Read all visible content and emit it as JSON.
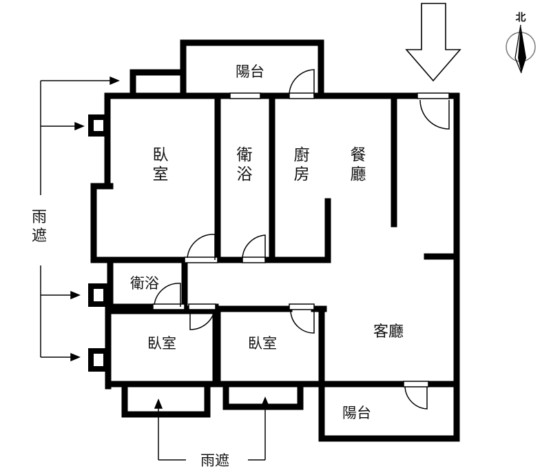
{
  "labels": {
    "bedroom_main_line1": "臥",
    "bedroom_main_line2": "室",
    "bath_upper_line1": "衛",
    "bath_upper_line2": "浴",
    "kitchen_line1": "廚",
    "kitchen_line2": "房",
    "dining_line1": "餐",
    "dining_line2": "廳",
    "bath_lower": "衛浴",
    "bedroom_left": "臥室",
    "bedroom_middle": "臥室",
    "living_room": "客廳",
    "balcony_top": "陽台",
    "balcony_bottom": "陽台",
    "rain_cover_left_line1": "雨",
    "rain_cover_left_line2": "遮",
    "rain_cover_bottom": "雨遮",
    "compass": "北"
  }
}
